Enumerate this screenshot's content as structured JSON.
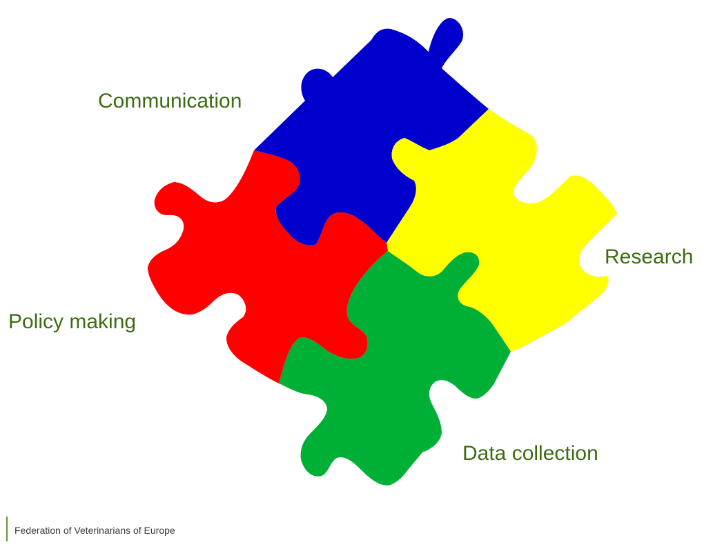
{
  "labels": {
    "communication": "Communication",
    "research": "Research",
    "policy_making": "Policy making",
    "data_collection": "Data collection"
  },
  "footer": {
    "organization": "Federation of Veterinarians of Europe"
  },
  "colors": {
    "communication_piece": "#0000cc",
    "research_piece": "#ffff00",
    "policy_piece": "#ff0000",
    "data_piece": "#00b036",
    "label_text": "#3d6b12",
    "footer_text": "#3a3a3a"
  },
  "icons": {
    "puzzle": "jigsaw-puzzle-pieces"
  }
}
